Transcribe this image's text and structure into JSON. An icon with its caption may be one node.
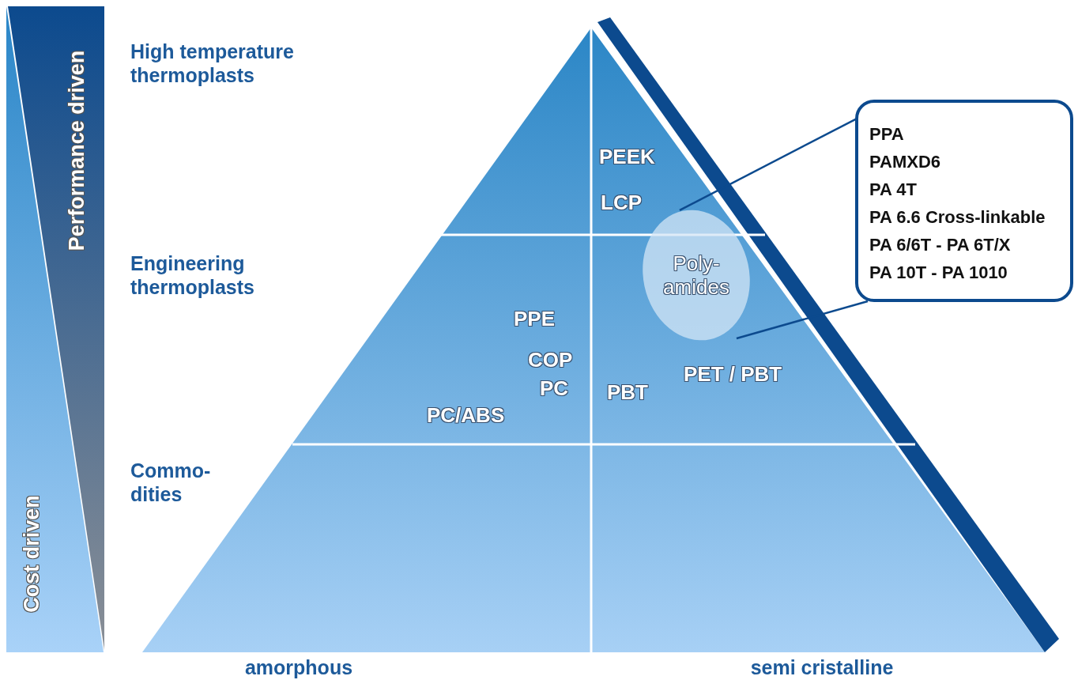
{
  "diagram": {
    "nodes": [
      {
        "text": [
          "Poly- amides"
        ]
      },
      {
        "text": [
          "PPA",
          "PAMXD6",
          "PA 4T",
          "PA 6.6 Cross-linkable",
          "PA 6/6T - PA 6T/X",
          "PA 10T - PA 1010"
        ]
      }
    ],
    "edges": [
      {
        "from": 1,
        "to": 0,
        "arrow": "none"
      },
      {
        "from": 1,
        "to": 0,
        "arrow": "none"
      }
    ],
    "labels": [
      "Performance driven",
      "Cost driven",
      "High temperature thermoplasts",
      "Engineering thermoplasts",
      "Commo- dities",
      "PEEK",
      "LCP",
      "PPE",
      "COP",
      "PC",
      "PC/ABS",
      "PBT",
      "PET / PBT",
      "amorphous",
      "semi cristalline"
    ]
  }
}
